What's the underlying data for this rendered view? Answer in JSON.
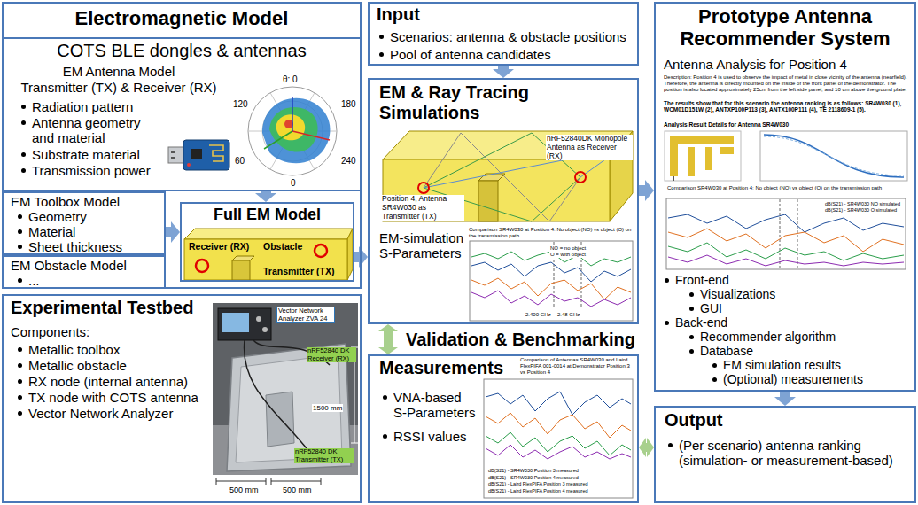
{
  "diagram": {
    "nodes": [
      {
        "text": [
          "Electromagnetic Model"
        ]
      },
      {
        "text": [
          "COTS BLE dongles & antennas",
          "EM Antenna Model",
          "Transmitter (TX) & Receiver (RX)",
          "Radiation pattern",
          "Antenna geometry and material",
          "Substrate material",
          "Transmission power"
        ],
        "in": 0
      },
      {
        "text": [
          "EM Toolbox Model",
          "Geometry",
          "Material",
          "Sheet thickness"
        ],
        "in": 0
      },
      {
        "text": [
          "EM Obstacle Model",
          "..."
        ],
        "in": 0
      },
      {
        "text": [
          "Full EM Model"
        ],
        "in": 0
      },
      {
        "text": [
          "Input",
          "Scenarios: antenna & obstacle positions",
          "Pool of antenna candidates"
        ]
      },
      {
        "text": [
          "EM & Ray Tracing Simulations",
          "EM-simulation S-Parameters"
        ]
      },
      {
        "text": [
          "Prototype Antenna Recommender System",
          "Front-end",
          "Visualizations",
          "GUI",
          "Back-end",
          "Recommender algorithm",
          "Database",
          "EM simulation results",
          "(Optional) measurements"
        ]
      },
      {
        "text": [
          "Experimental Testbed",
          "Components:",
          "Metallic toolbox",
          "Metallic obstacle",
          "RX node (internal antenna)",
          "TX node with COTS antenna",
          "Vector Network Analyzer"
        ]
      },
      {
        "text": [
          "Measurements",
          "VNA-based S-Parameters",
          "RSSI values"
        ]
      },
      {
        "text": [
          "Output",
          "(Per scenario) antenna ranking (simulation- or measurement-based)"
        ]
      }
    ],
    "edges": [
      {
        "from": 1,
        "to": 4,
        "arrow": "to"
      },
      {
        "from": 2,
        "to": 4,
        "arrow": "to"
      },
      {
        "from": 4,
        "to": 6,
        "arrow": "to"
      },
      {
        "from": 5,
        "to": 6,
        "arrow": "to"
      },
      {
        "from": 6,
        "to": 7,
        "arrow": "to"
      },
      {
        "from": 6,
        "to": 9,
        "label": "Validation & Benchmarking",
        "arrow": "both"
      },
      {
        "from": 7,
        "to": 10,
        "arrow": "to"
      },
      {
        "from": 9,
        "to": 10,
        "arrow": "both"
      }
    ],
    "labels": [
      "θ: 0",
      "120",
      "180",
      "240",
      "60",
      "0",
      "Receiver (RX)",
      "Obstacle",
      "Transmitter (TX)",
      "nRF52840DK Monopole Antenna as Receiver (RX)",
      "Position 4, Antenna SR4W030 as Transmitter (TX)",
      "Comparison SR4W030 at Position 4: No object (NO) vs object (O) on the transmission path",
      "NO = no object",
      "O = with object",
      "2.400 GHz",
      "2.48 GHz",
      "Antenna Analysis for Position 4",
      "Description: Position 4 is used to observe the impact of metal in close vicinity of the antenna (nearfield). Therefore, the antenna is directly mounted on the inside of the front panel of the demonstrator. The position is also located approximately 25cm from the left side panel, and 10 cm above the ground plate.",
      "The results show that for this scenario the antenna ranking is as follows: SR4W030 (1), WCM01D151W (2), ANTXP100P113 (3), ANTX100P111 (4), TE 2118609-1 (5).",
      "Analysis Result Details for Antenna SR4W030",
      "Comparison SR4W030 at Position 4: No object (NO) vs object (O) on the transmission path",
      "dB(S21) - SR4W030 NO simulated",
      "dB(S21) - SR4W030 O simulated",
      "Vector Network Analyzer ZVA 24",
      "nRF52840 DK Receiver (RX)",
      "nRF52840 DK Transmitter (TX)",
      "1500 mm",
      "500 mm",
      "500 mm",
      "Comparison of Antennas SR4W030 and Laird FlexPIFA 001-0014 at Demonstrator Position 3 vs Position 4",
      "dB(S21) - SR4W030 Position 3 measured",
      "dB(S21) - SR4W030 Position 4 measured",
      "dB(S21) - Laird FlexPIFA Position 3 measured",
      "dB(S21) - Laird FlexPIFA Position 4 measured"
    ]
  }
}
